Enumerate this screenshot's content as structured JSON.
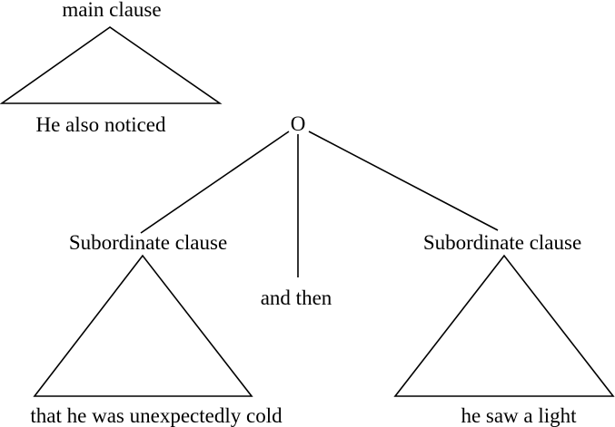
{
  "main_clause": {
    "label": "main clause",
    "text": "He also noticed"
  },
  "root": {
    "label": "O"
  },
  "left_subordinate": {
    "label": "Subordinate clause",
    "text": "that he was unexpectedly cold"
  },
  "conjunction": {
    "text": "and then"
  },
  "right_subordinate": {
    "label": "Subordinate clause",
    "text": "he saw a light"
  }
}
